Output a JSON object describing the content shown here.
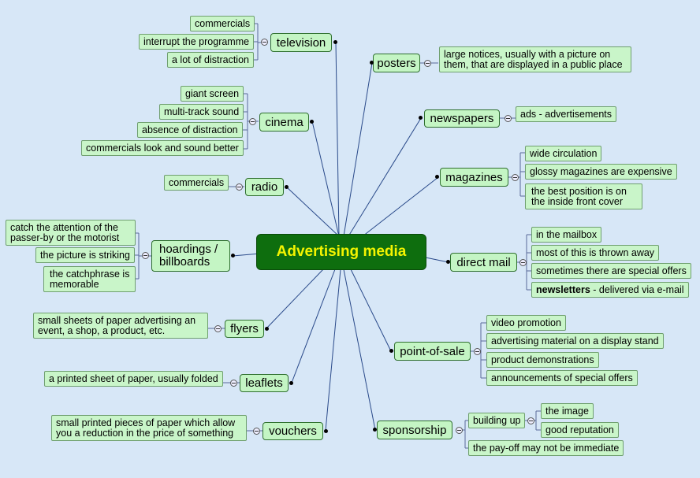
{
  "center": "Advertising media",
  "television": {
    "label": "television",
    "items": [
      "commercials",
      "interrupt the programme",
      "a lot of distraction"
    ]
  },
  "cinema": {
    "label": "cinema",
    "items": [
      "giant screen",
      "multi-track sound",
      "absence of distraction",
      "commercials look and sound better"
    ]
  },
  "radio": {
    "label": "radio",
    "items": [
      "commercials"
    ]
  },
  "hoardings": {
    "label": "hoardings / billboards",
    "items": [
      "catch the attention of the passer-by or the motorist",
      "the picture is striking",
      "the catchphrase is memorable"
    ]
  },
  "flyers": {
    "label": "flyers",
    "items": [
      "small sheets of paper advertising an event, a shop, a product, etc."
    ]
  },
  "leaflets": {
    "label": "leaflets",
    "items": [
      "a printed sheet of paper, usually folded"
    ]
  },
  "vouchers": {
    "label": "vouchers",
    "items": [
      "small printed pieces of paper which allow you a reduction in the price of something"
    ]
  },
  "posters": {
    "label": "posters",
    "items": [
      "large notices, usually with a picture on them, that are displayed in a public place"
    ]
  },
  "newspapers": {
    "label": "newspapers",
    "items": [
      "ads - advertisements"
    ]
  },
  "magazines": {
    "label": "magazines",
    "items": [
      "wide circulation",
      "glossy magazines are expensive",
      "the best position is on the inside front cover"
    ]
  },
  "directmail": {
    "label": "direct mail",
    "items": [
      "in the mailbox",
      "most of this is thrown away",
      "sometimes there are special offers"
    ],
    "newsletters_bold": "newsletters",
    "newsletters_rest": " - delivered via e-mail"
  },
  "pos": {
    "label": "point-of-sale",
    "items": [
      "video promotion",
      "advertising material on a display stand",
      "product demonstrations",
      "announcements of special offers"
    ]
  },
  "sponsorship": {
    "label": "sponsorship",
    "buildup": "building up",
    "buildup_items": [
      "the image",
      "good reputation"
    ],
    "payoff": "the pay-off may not be immediate"
  }
}
